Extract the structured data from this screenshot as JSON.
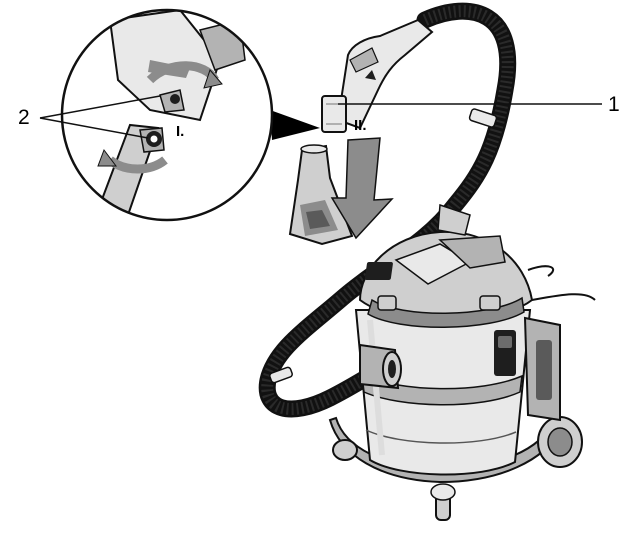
{
  "callouts": {
    "one": "1",
    "two": "2"
  },
  "steps": {
    "first": "I.",
    "second": "II."
  },
  "colors": {
    "ink": "#111111",
    "hose": "#1e1e1e",
    "arrow_fill": "#8c8c8c",
    "light_gray": "#e9e9e9"
  }
}
